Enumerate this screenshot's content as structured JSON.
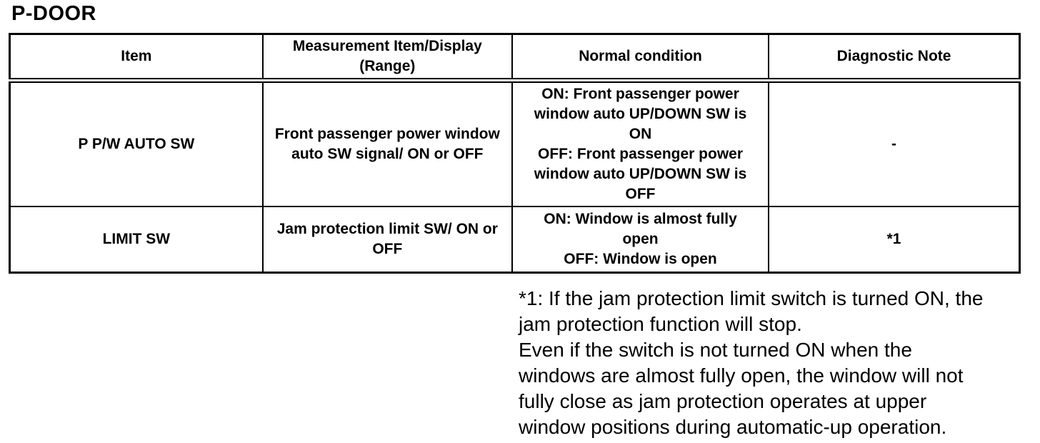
{
  "page": {
    "title": "P-DOOR"
  },
  "colors": {
    "text": "#000000",
    "background": "#ffffff",
    "border": "#000000"
  },
  "table": {
    "columns": [
      "Item",
      "Measurement Item/Display\n(Range)",
      "Normal condition",
      "Diagnostic Note"
    ],
    "rows": [
      {
        "item": "P P/W AUTO SW",
        "measurement": "Front passenger power window\nauto SW signal/ ON or OFF",
        "normal_condition": "ON: Front passenger power\nwindow auto UP/DOWN SW is\nON\nOFF: Front passenger power\nwindow auto UP/DOWN SW is\nOFF",
        "diagnostic_note": "-"
      },
      {
        "item": "LIMIT SW",
        "measurement": "Jam protection limit SW/ ON or\nOFF",
        "normal_condition": "ON: Window is almost fully\nopen\nOFF: Window is open",
        "diagnostic_note": "*1"
      }
    ]
  },
  "footnote": {
    "text": "*1: If the jam protection limit switch is turned ON, the\njam protection function will stop.\nEven if the switch is not turned ON when the\nwindows are almost fully open, the window will not\nfully close as jam protection operates at upper\nwindow positions during automatic-up operation."
  }
}
